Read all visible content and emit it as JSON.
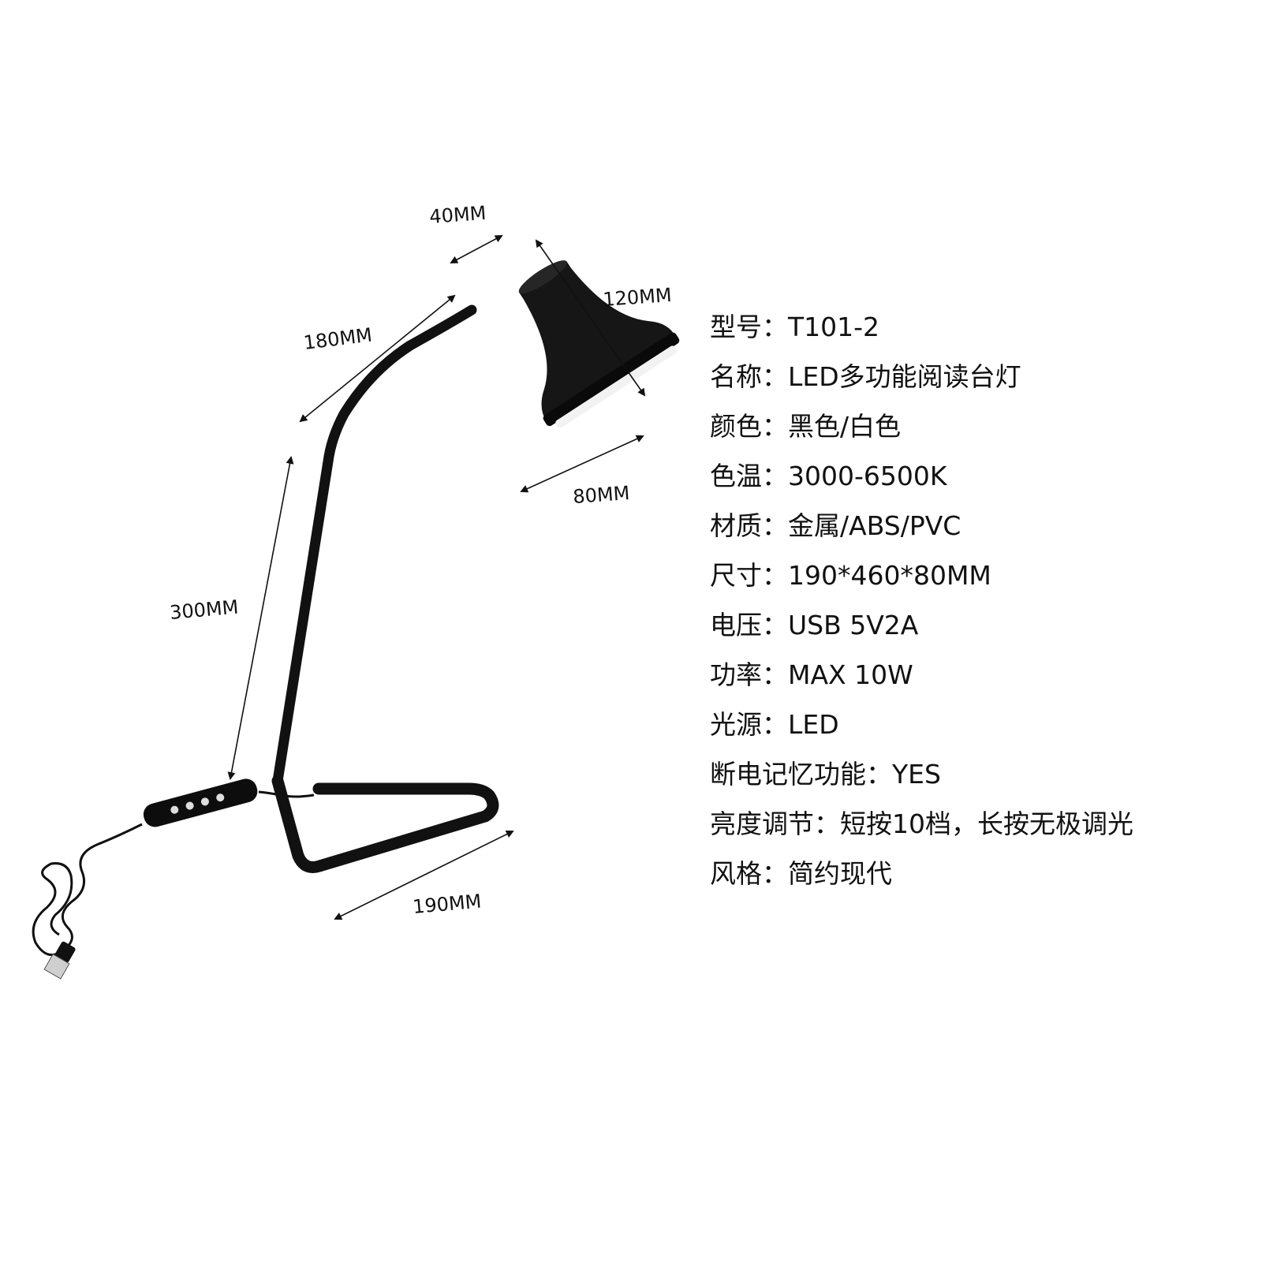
{
  "colors": {
    "lamp_body": "#111111",
    "lens_light": "#f2f2f2",
    "dimension_line": "#111111",
    "background": "#ffffff"
  },
  "dimensions": {
    "shade_top": "40MM",
    "shade_length": "120MM",
    "arm": "180MM",
    "shade_opening": "80MM",
    "stem": "300MM",
    "base": "190MM"
  },
  "specs": [
    "型号：T101-2",
    "名称：LED多功能阅读台灯",
    "颜色：黑色/白色",
    "色温：3000-6500K",
    "材质：金属/ABS/PVC",
    "尺寸：190*460*80MM",
    "电压：USB 5V2A",
    "功率：MAX 10W",
    "光源：LED",
    "断电记忆功能：YES",
    "亮度调节：短按10档，长按无极调光",
    "风格：简约现代"
  ],
  "icons": {
    "lamp": "desk-lamp-icon",
    "controller": "inline-dimmer-switch-icon",
    "plug": "usb-plug-icon"
  }
}
